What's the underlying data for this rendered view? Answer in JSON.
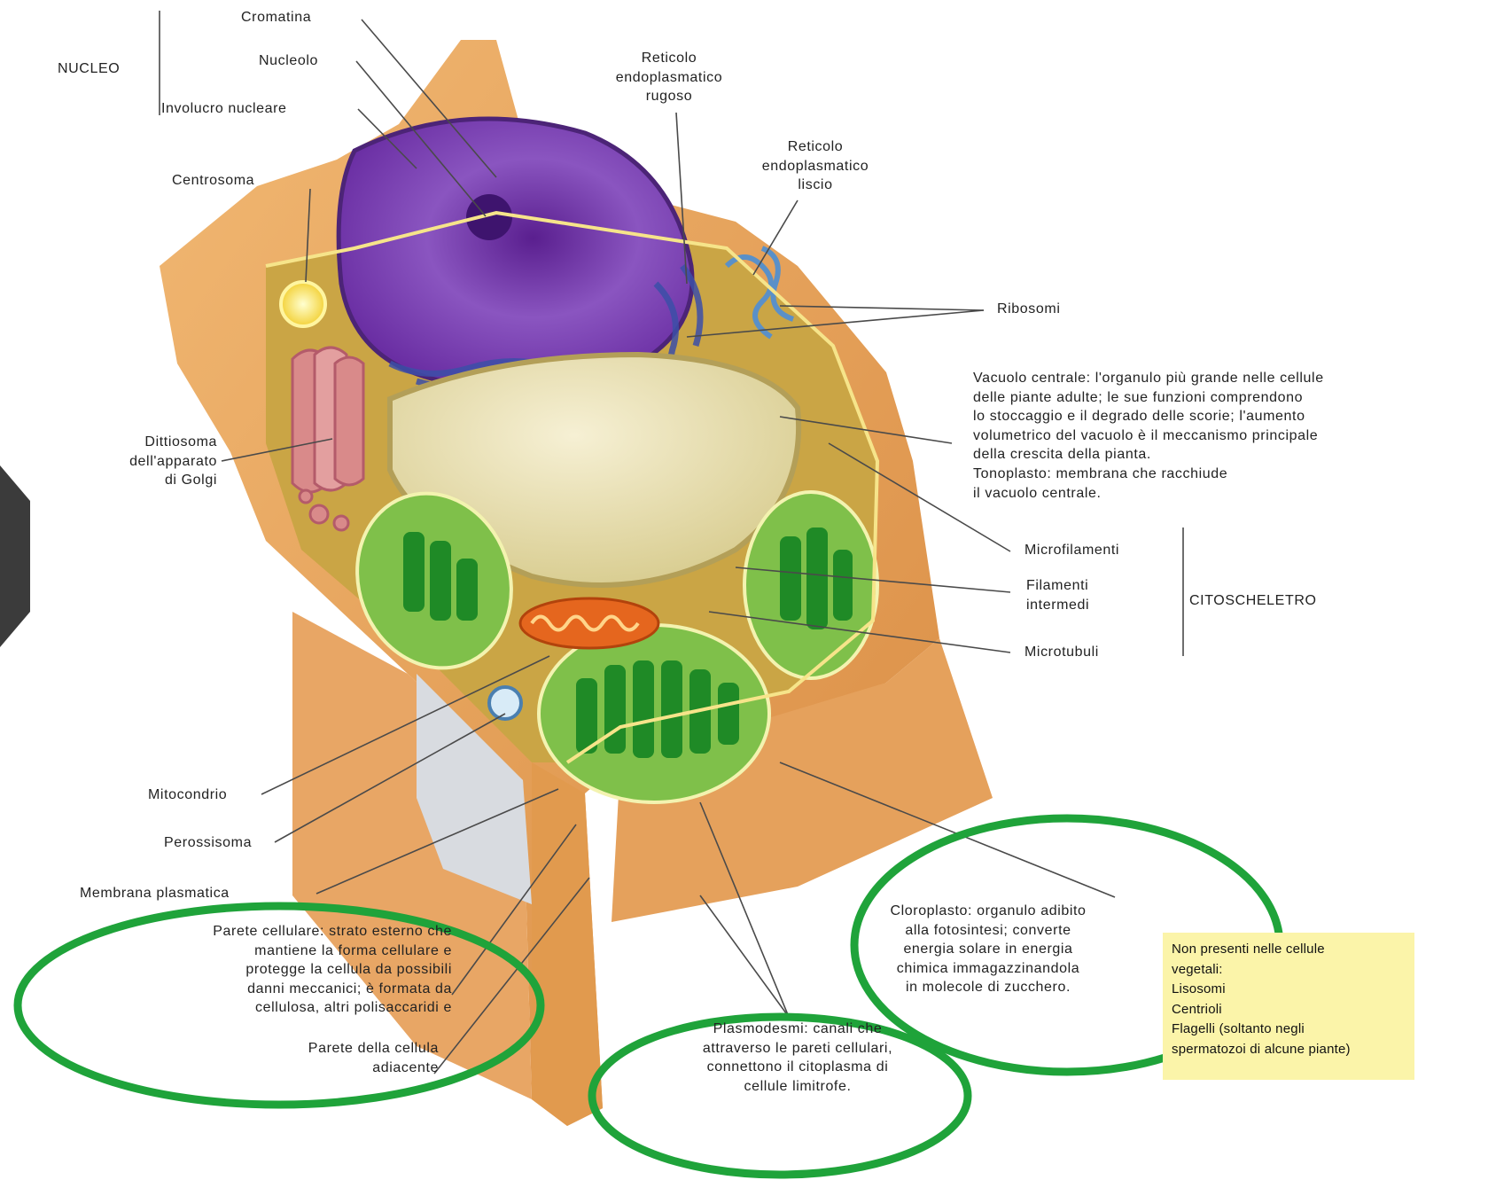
{
  "labels": {
    "nucleo": "NUCLEO",
    "cromatina": "Cromatina",
    "nucleolo": "Nucleolo",
    "involucro": "Involucro nucleare",
    "centrosoma": "Centrosoma",
    "rer": [
      "Reticolo",
      "endoplasmatico",
      "rugoso"
    ],
    "ser": [
      "Reticolo",
      "endoplasmatico",
      "liscio"
    ],
    "ribosomi": "Ribosomi",
    "vacuolo": [
      "Vacuolo centrale: l'organulo più grande nelle cellule",
      "delle piante adulte; le sue funzioni comprendono",
      "lo stoccaggio e il degrado delle scorie; l'aumento",
      "volumetrico del vacuolo è il meccanismo principale",
      "della crescita della pianta.",
      "Tonoplasto: membrana che racchiude",
      "il vacuolo centrale."
    ],
    "dittiosoma": [
      "Dittiosoma",
      "dell'apparato",
      "di Golgi"
    ],
    "microfilamenti": "Microfilamenti",
    "filamenti": [
      "Filamenti",
      "intermedi"
    ],
    "microtubuli": "Microtubuli",
    "citoscheletro": "CITOSCHELETRO",
    "mitocondrio": "Mitocondrio",
    "perossisoma": "Perossisoma",
    "membrana": "Membrana plasmatica",
    "parete": [
      "Parete cellulare: strato esterno che",
      "mantiene la forma cellulare e",
      "protegge la cellula da possibili",
      "danni meccanici; è formata da",
      "cellulosa, altri polisaccaridi e"
    ],
    "parete_adiacente": [
      "Parete della cellula",
      "adiacente"
    ],
    "cloroplasto": [
      "Cloroplasto: organulo adibito",
      "alla fotosintesi; converte",
      "energia solare in energia",
      "chimica immagazzinandola",
      "in molecole di zucchero."
    ],
    "plasmodesmi": [
      "Plasmodesmi: canali che",
      "attraverso le pareti cellulari,",
      "connettono il citoplasma di",
      "cellule limitrofe."
    ]
  },
  "note": [
    "Non presenti nelle cellule",
    "vegetali:",
    "Lisosomi",
    "Centrioli",
    "Flagelli (soltanto negli",
    "spermatozoi di alcune piante)"
  ],
  "colors": {
    "wall": "#e9a35a",
    "wall_dark": "#c97a35",
    "cytoplasm": "#d9b64a",
    "nucleus": "#7a3aa6",
    "vacuole": "#ede3b3",
    "chloroplast": "#3aa23a",
    "mitochondrion": "#e5661e",
    "golgi": "#d98a8a",
    "highlight_ellipse": "#1fa33a",
    "note_bg": "#fbf4a9",
    "arrow": "#4a4a4a"
  }
}
